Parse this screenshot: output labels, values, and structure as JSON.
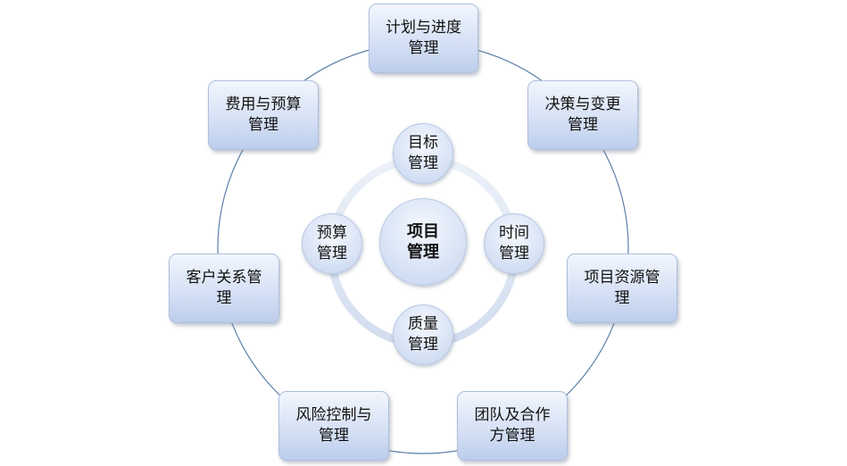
{
  "center": {
    "label": "项目\n管理"
  },
  "inner_nodes": [
    {
      "id": "goal",
      "label": "目标\n管理"
    },
    {
      "id": "time",
      "label": "时间\n管理"
    },
    {
      "id": "quality",
      "label": "质量\n管理"
    },
    {
      "id": "budget",
      "label": "预算\n管理"
    }
  ],
  "outer_nodes": [
    {
      "id": "plan",
      "label": "计划与进度\n管理"
    },
    {
      "id": "decision",
      "label": "决策与变更\n管理"
    },
    {
      "id": "resource",
      "label": "项目资源管\n理"
    },
    {
      "id": "team",
      "label": "团队及合作\n方管理"
    },
    {
      "id": "risk",
      "label": "风险控制与\n管理"
    },
    {
      "id": "customer",
      "label": "客户关系管\n理"
    },
    {
      "id": "cost",
      "label": "费用与预算\n管理"
    }
  ],
  "colors": {
    "outer_ring": "#5b7fa8",
    "inner_ring": "#d4deef",
    "box_border": "#aebfdc"
  }
}
